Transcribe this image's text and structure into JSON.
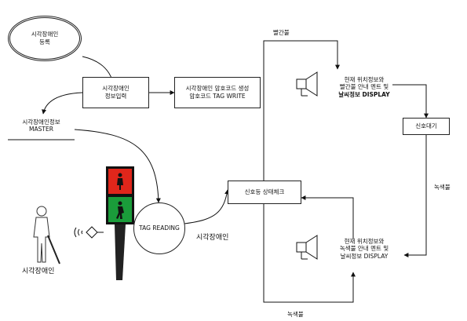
{
  "nodes": {
    "register": [
      "시각장애인",
      "등록"
    ],
    "info_input": [
      "시각장애인",
      "정보입력"
    ],
    "code_gen": [
      "시각장애인 암호코드 생성",
      "암호코드 TAG WRITE"
    ],
    "master": [
      "시각장애인정보",
      "MASTER"
    ],
    "tag_reading": "TAG READING",
    "signal_check": "신호등 상태체크",
    "signal_wait": "신호대기",
    "red_display": [
      "현재 위치정보와",
      "빨간불 안내 멘트 및",
      "날씨정보 DISPLAY"
    ],
    "green_display": [
      "현재 위치정보와",
      "녹색불 안내 멘트 및",
      "날씨정보 DISPLAY"
    ]
  },
  "edge_labels": {
    "red_light": "빨간불",
    "green_light_right": "녹색불",
    "green_light_bottom": "녹색불",
    "blind_person_arrow": "시각장애인"
  },
  "figure_caption": "시각장애인",
  "colors": {
    "red_light": "#e0261b",
    "green_light": "#1a9c3a",
    "signal_housing": "#111111",
    "pole": "#222222"
  },
  "icons": [
    "person-with-cane-icon",
    "rfid-tag-icon",
    "traffic-light-icon",
    "speaker-icon"
  ]
}
